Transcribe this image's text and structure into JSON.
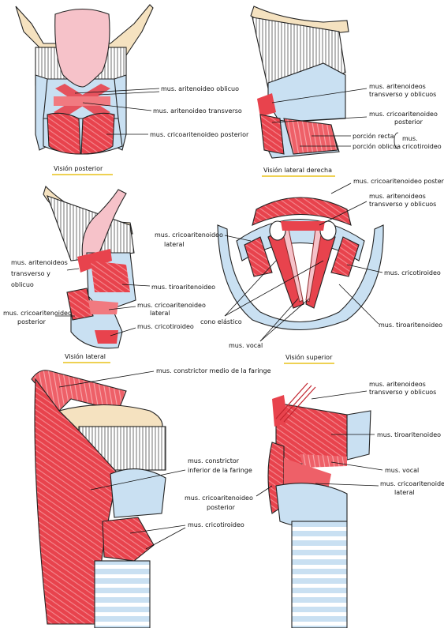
{
  "colors": {
    "cartilage": "#c9e0f2",
    "bone": "#f5e2c0",
    "epiglottis": "#f6c2c9",
    "muscle": "#e8434d",
    "muscle_light": "#f17a80",
    "outline": "#222222",
    "caption_underline": "#e8c21a"
  },
  "panels": {
    "posterior": {
      "caption": "Visión posterior",
      "labels": {
        "aritenoideo_oblicuo": "mus. aritenoideo oblicuo",
        "aritenoideo_transverso": "mus. aritenoideo transverso",
        "cricoaritenoideo_posterior": "mus. cricoaritenoideo posterior"
      }
    },
    "lateral_derecha": {
      "caption": "Visión lateral derecha",
      "labels": {
        "aritenoideos_1": "mus. aritenoideos",
        "aritenoideos_2": "transverso y oblicuos",
        "cricoaritenoideo_1": "mus. cricoaritenoideo",
        "cricoaritenoideo_2": "posterior",
        "porcion_recta": "porción recta",
        "porcion_oblicua": "porción oblicua",
        "cricotiroideo_1": "mus.",
        "cricotiroideo_2": "cricotiroideo"
      }
    },
    "lateral": {
      "caption": "Visión lateral",
      "labels": {
        "aritenoideos_1": "mus. aritenoideos",
        "aritenoideos_2": "transverso y",
        "aritenoideos_3": "oblicuo",
        "tiroaritenoideo": "mus. tiroaritenoideo",
        "cricoaritenoideo_lat_1": "mus. cricoaritenoideo",
        "cricoaritenoideo_lat_2": "lateral",
        "cricoaritenoideo_post_1": "mus. cricoaritenoideo",
        "cricoaritenoideo_post_2": "posterior",
        "cricotiroideo": "mus. cricotiroideo"
      }
    },
    "superior": {
      "caption": "Visión superior",
      "labels": {
        "cricoaritenoideo_post": "mus. cricoaritenoideo posterior",
        "aritenoideos_1": "mus. aritenoideos",
        "aritenoideos_2": "transverso y oblicuos",
        "cricoaritenoideo_lat_1": "mus. cricoaritenoideo",
        "cricoaritenoideo_lat_2": "lateral",
        "cricotiroideo": "mus. cricotiroideo",
        "cono_elastico": "cono elástico",
        "tiroaritenoideo": "mus. tiroaritenoideo",
        "vocal": "mus. vocal"
      }
    },
    "faringe": {
      "labels": {
        "constrictor_medio": "mus. constrictor medio de la faringe",
        "constrictor_inf_1": "mus. constrictor",
        "constrictor_inf_2": "inferior de la faringe",
        "cricotiroideo": "mus. cricotiroideo"
      }
    },
    "profundo": {
      "labels": {
        "aritenoideos_1": "mus. aritenoideos",
        "aritenoideos_2": "transverso y oblicuos",
        "tiroaritenoideo": "mus. tiroaritenoideo",
        "vocal": "mus. vocal",
        "cricoaritenoideo_post_1": "mus. cricoaritenoideo",
        "cricoaritenoideo_post_2": "posterior",
        "cricoaritenoideo_lat_1": "mus. cricoaritenoideo",
        "cricoaritenoideo_lat_2": "lateral"
      }
    }
  }
}
